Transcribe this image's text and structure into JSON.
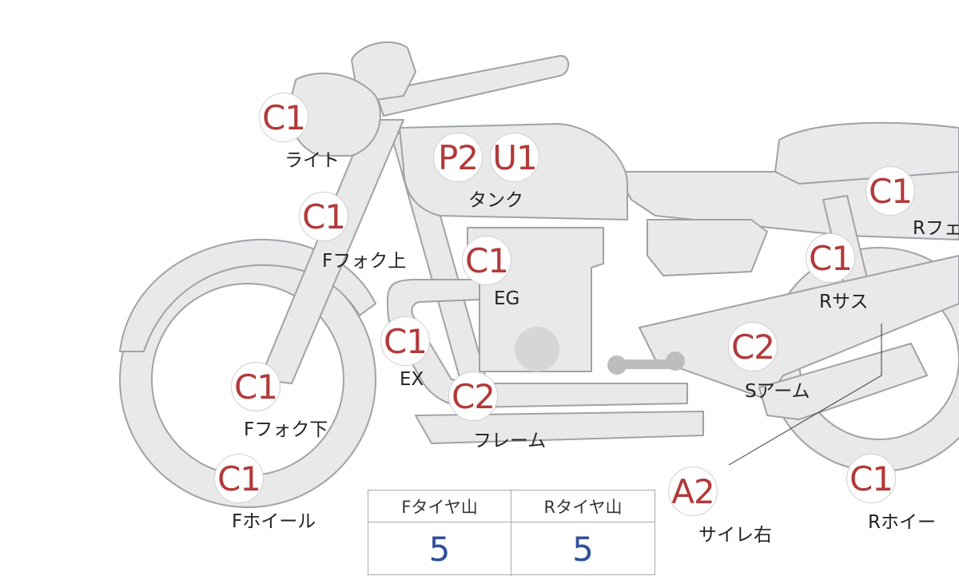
{
  "parts": [
    {
      "id": "light",
      "code": "C1",
      "label": "ライト"
    },
    {
      "id": "tank",
      "codes": [
        "P2",
        "U1"
      ],
      "label": "タンク"
    },
    {
      "id": "ffork-upper",
      "code": "C1",
      "label": "Fフォク上"
    },
    {
      "id": "eg",
      "code": "C1",
      "label": "EG"
    },
    {
      "id": "ex",
      "code": "C1",
      "label": "EX"
    },
    {
      "id": "frame",
      "code": "C2",
      "label": "フレーム"
    },
    {
      "id": "ffork-lower",
      "code": "C1",
      "label": "Fフォク下"
    },
    {
      "id": "fwheel",
      "code": "C1",
      "label": "Fホイール"
    },
    {
      "id": "rsus",
      "code": "C1",
      "label": "Rサス"
    },
    {
      "id": "sarm",
      "code": "C2",
      "label": "Sアーム"
    },
    {
      "id": "rfender",
      "code": "C1",
      "label": "Rフェ"
    },
    {
      "id": "muffler-right",
      "code": "A2",
      "label": "サイレ右"
    },
    {
      "id": "rwheel",
      "code": "C1",
      "label": "Rホイー"
    }
  ],
  "tire_table": {
    "front_header": "Fタイヤ山",
    "rear_header": "Rタイヤ山",
    "front_value": "5",
    "rear_value": "5"
  },
  "colors": {
    "part_fill": "#e9e9e9",
    "part_stroke": "#9ea3a8",
    "code_text": "#b23a3a",
    "value_text": "#2f4f9a"
  }
}
